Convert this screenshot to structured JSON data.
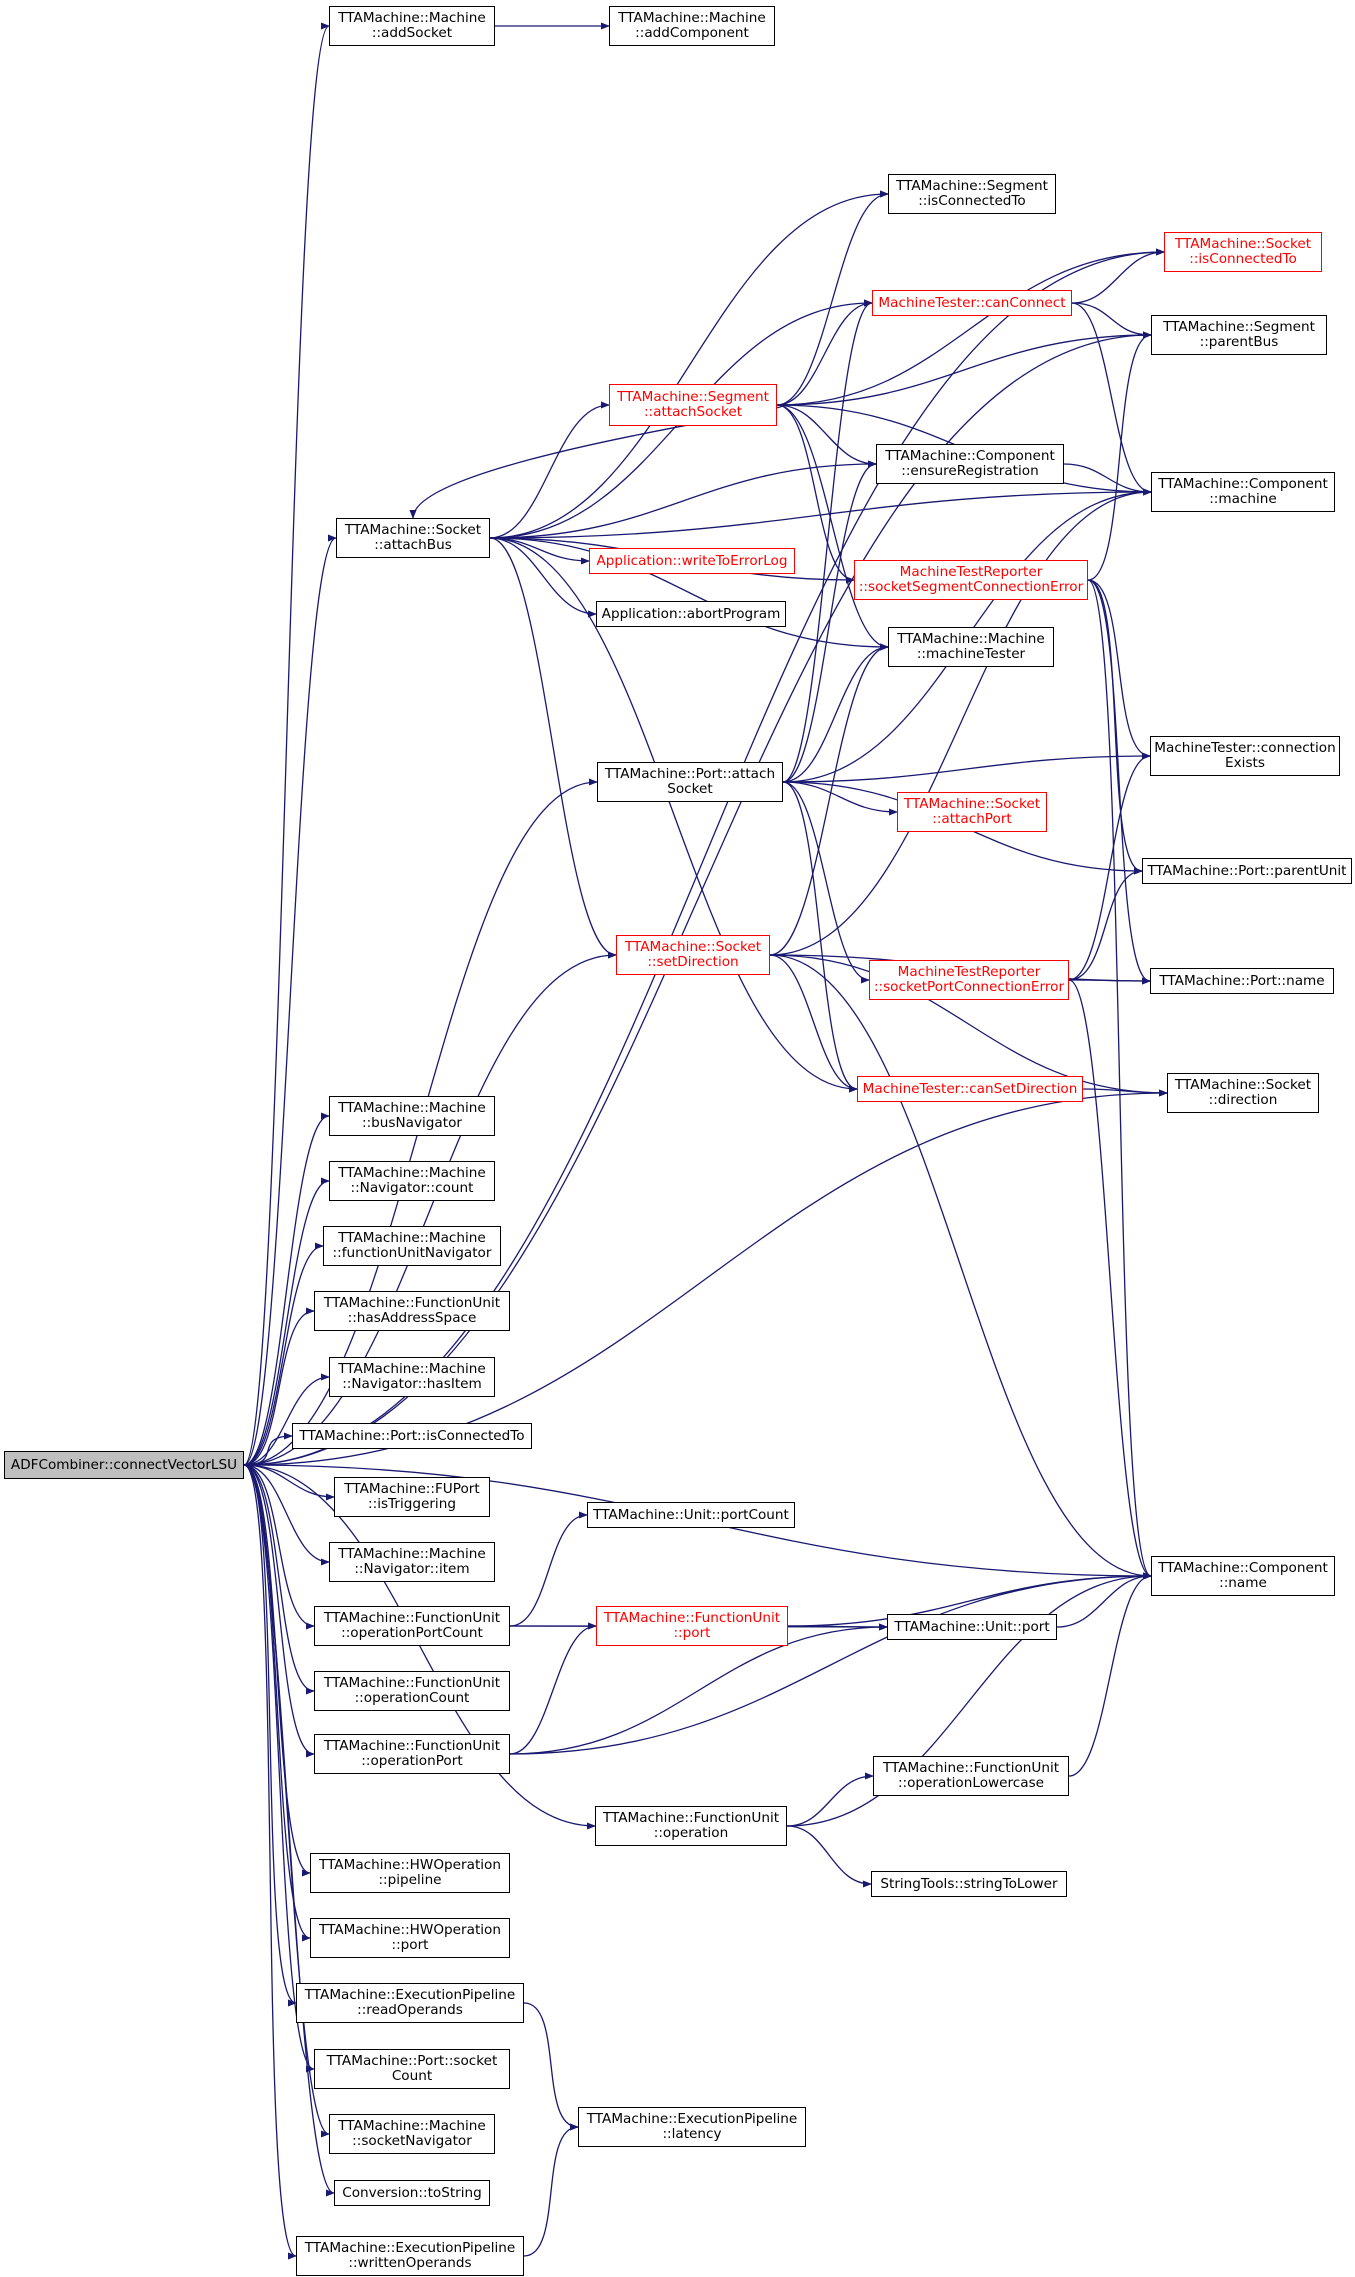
{
  "colors": {
    "edge": "#191970",
    "node_border": "#000000",
    "incomplete_border": "#ff0000",
    "root_fill": "#bfbfbf"
  },
  "nodes": {
    "root": {
      "label": "ADFCombiner::connectVectorLSU",
      "style": "root"
    },
    "machine_addSocket": {
      "label": "TTAMachine::Machine\n::addSocket"
    },
    "machine_addComponent": {
      "label": "TTAMachine::Machine\n::addComponent"
    },
    "segment_isConnectedTo": {
      "label": "TTAMachine::Segment\n::isConnectedTo"
    },
    "socket_isConnectedTo": {
      "label": "TTAMachine::Socket\n::isConnectedTo",
      "style": "red"
    },
    "tester_canConnect": {
      "label": "MachineTester::canConnect",
      "style": "red"
    },
    "segment_parentBus": {
      "label": "TTAMachine::Segment\n::parentBus"
    },
    "segment_attachSocket": {
      "label": "TTAMachine::Segment\n::attachSocket",
      "style": "red"
    },
    "component_ensureRegistration": {
      "label": "TTAMachine::Component\n::ensureRegistration"
    },
    "component_machine": {
      "label": "TTAMachine::Component\n::machine"
    },
    "socket_attachBus": {
      "label": "TTAMachine::Socket\n::attachBus"
    },
    "app_writeToErrorLog": {
      "label": "Application::writeToErrorLog",
      "style": "red"
    },
    "reporter_socketSegment": {
      "label": "MachineTestReporter\n::socketSegmentConnectionError",
      "style": "red"
    },
    "app_abortProgram": {
      "label": "Application::abortProgram"
    },
    "machine_machineTester": {
      "label": "TTAMachine::Machine\n::machineTester"
    },
    "tester_connectionExists": {
      "label": "MachineTester::connection\nExists"
    },
    "port_attachSocket": {
      "label": "TTAMachine::Port::attach\nSocket"
    },
    "socket_attachPort": {
      "label": "TTAMachine::Socket\n::attachPort",
      "style": "red"
    },
    "port_parentUnit": {
      "label": "TTAMachine::Port::parentUnit"
    },
    "socket_setDirection": {
      "label": "TTAMachine::Socket\n::setDirection",
      "style": "red"
    },
    "reporter_socketPort": {
      "label": "MachineTestReporter\n::socketPortConnectionError",
      "style": "red"
    },
    "port_name": {
      "label": "TTAMachine::Port::name"
    },
    "tester_canSetDirection": {
      "label": "MachineTester::canSetDirection",
      "style": "red"
    },
    "socket_direction": {
      "label": "TTAMachine::Socket\n::direction"
    },
    "machine_busNavigator": {
      "label": "TTAMachine::Machine\n::busNavigator"
    },
    "navigator_count": {
      "label": "TTAMachine::Machine\n::Navigator::count"
    },
    "machine_fuNavigator": {
      "label": "TTAMachine::Machine\n::functionUnitNavigator"
    },
    "fu_hasAddressSpace": {
      "label": "TTAMachine::FunctionUnit\n::hasAddressSpace"
    },
    "navigator_hasItem": {
      "label": "TTAMachine::Machine\n::Navigator::hasItem"
    },
    "port_isConnectedTo": {
      "label": "TTAMachine::Port::isConnectedTo"
    },
    "fuport_isTriggering": {
      "label": "TTAMachine::FUPort\n::isTriggering"
    },
    "unit_portCount": {
      "label": "TTAMachine::Unit::portCount"
    },
    "navigator_item": {
      "label": "TTAMachine::Machine\n::Navigator::item"
    },
    "component_name": {
      "label": "TTAMachine::Component\n::name"
    },
    "fu_operationPortCount": {
      "label": "TTAMachine::FunctionUnit\n::operationPortCount"
    },
    "fu_port": {
      "label": "TTAMachine::FunctionUnit\n::port",
      "style": "red"
    },
    "unit_port": {
      "label": "TTAMachine::Unit::port"
    },
    "fu_operationCount": {
      "label": "TTAMachine::FunctionUnit\n::operationCount"
    },
    "fu_operationPort": {
      "label": "TTAMachine::FunctionUnit\n::operationPort"
    },
    "fu_operationLowercase": {
      "label": "TTAMachine::FunctionUnit\n::operationLowercase"
    },
    "fu_operation": {
      "label": "TTAMachine::FunctionUnit\n::operation"
    },
    "stringTools_stringToLower": {
      "label": "StringTools::stringToLower"
    },
    "hwop_pipeline": {
      "label": "TTAMachine::HWOperation\n::pipeline"
    },
    "hwop_port": {
      "label": "TTAMachine::HWOperation\n::port"
    },
    "pipeline_readOperands": {
      "label": "TTAMachine::ExecutionPipeline\n::readOperands"
    },
    "port_socketCount": {
      "label": "TTAMachine::Port::socket\nCount"
    },
    "pipeline_latency": {
      "label": "TTAMachine::ExecutionPipeline\n::latency"
    },
    "machine_socketNavigator": {
      "label": "TTAMachine::Machine\n::socketNavigator"
    },
    "conversion_toString": {
      "label": "Conversion::toString"
    },
    "pipeline_writtenOperands": {
      "label": "TTAMachine::ExecutionPipeline\n::writtenOperands"
    }
  },
  "edges": [
    [
      "root",
      "machine_addSocket"
    ],
    [
      "root",
      "socket_attachBus"
    ],
    [
      "root",
      "port_attachSocket"
    ],
    [
      "root",
      "socket_setDirection"
    ],
    [
      "root",
      "socket_isConnectedTo"
    ],
    [
      "root",
      "segment_parentBus"
    ],
    [
      "root",
      "component_name"
    ],
    [
      "root",
      "socket_direction"
    ],
    [
      "root",
      "machine_busNavigator"
    ],
    [
      "root",
      "navigator_count"
    ],
    [
      "root",
      "machine_fuNavigator"
    ],
    [
      "root",
      "fu_hasAddressSpace"
    ],
    [
      "root",
      "navigator_hasItem"
    ],
    [
      "root",
      "port_isConnectedTo"
    ],
    [
      "root",
      "fuport_isTriggering"
    ],
    [
      "root",
      "navigator_item"
    ],
    [
      "root",
      "fu_operationPortCount"
    ],
    [
      "root",
      "fu_operationCount"
    ],
    [
      "root",
      "fu_operationPort"
    ],
    [
      "root",
      "fu_operation"
    ],
    [
      "root",
      "hwop_pipeline"
    ],
    [
      "root",
      "hwop_port"
    ],
    [
      "root",
      "pipeline_readOperands"
    ],
    [
      "root",
      "port_socketCount"
    ],
    [
      "root",
      "machine_socketNavigator"
    ],
    [
      "root",
      "conversion_toString"
    ],
    [
      "root",
      "pipeline_writtenOperands"
    ],
    [
      "machine_addSocket",
      "machine_addComponent"
    ],
    [
      "socket_attachBus",
      "segment_isConnectedTo"
    ],
    [
      "socket_attachBus",
      "tester_canConnect"
    ],
    [
      "socket_attachBus",
      "segment_attachSocket"
    ],
    [
      "socket_attachBus",
      "component_ensureRegistration"
    ],
    [
      "socket_attachBus",
      "component_machine"
    ],
    [
      "socket_attachBus",
      "app_writeToErrorLog"
    ],
    [
      "socket_attachBus",
      "app_abortProgram"
    ],
    [
      "socket_attachBus",
      "reporter_socketSegment"
    ],
    [
      "socket_attachBus",
      "machine_machineTester"
    ],
    [
      "socket_attachBus",
      "socket_setDirection"
    ],
    [
      "socket_attachBus",
      "tester_canSetDirection"
    ],
    [
      "segment_attachSocket",
      "socket_attachBus"
    ],
    [
      "segment_attachSocket",
      "segment_isConnectedTo"
    ],
    [
      "segment_attachSocket",
      "socket_isConnectedTo"
    ],
    [
      "segment_attachSocket",
      "tester_canConnect"
    ],
    [
      "segment_attachSocket",
      "segment_parentBus"
    ],
    [
      "segment_attachSocket",
      "component_ensureRegistration"
    ],
    [
      "segment_attachSocket",
      "component_machine"
    ],
    [
      "segment_attachSocket",
      "reporter_socketSegment"
    ],
    [
      "segment_attachSocket",
      "machine_machineTester"
    ],
    [
      "tester_canConnect",
      "socket_isConnectedTo"
    ],
    [
      "tester_canConnect",
      "segment_parentBus"
    ],
    [
      "tester_canConnect",
      "component_machine"
    ],
    [
      "component_ensureRegistration",
      "component_machine"
    ],
    [
      "reporter_socketSegment",
      "segment_parentBus"
    ],
    [
      "reporter_socketSegment",
      "tester_connectionExists"
    ],
    [
      "reporter_socketSegment",
      "port_parentUnit"
    ],
    [
      "reporter_socketSegment",
      "port_name"
    ],
    [
      "reporter_socketSegment",
      "component_name"
    ],
    [
      "port_attachSocket",
      "tester_canConnect"
    ],
    [
      "port_attachSocket",
      "component_ensureRegistration"
    ],
    [
      "port_attachSocket",
      "component_machine"
    ],
    [
      "port_attachSocket",
      "machine_machineTester"
    ],
    [
      "port_attachSocket",
      "tester_connectionExists"
    ],
    [
      "port_attachSocket",
      "socket_attachPort"
    ],
    [
      "port_attachSocket",
      "port_parentUnit"
    ],
    [
      "port_attachSocket",
      "reporter_socketPort"
    ],
    [
      "port_attachSocket",
      "tester_canSetDirection"
    ],
    [
      "socket_setDirection",
      "machine_machineTester"
    ],
    [
      "socket_setDirection",
      "component_machine"
    ],
    [
      "socket_setDirection",
      "tester_canSetDirection"
    ],
    [
      "socket_setDirection",
      "socket_direction"
    ],
    [
      "socket_setDirection",
      "port_name"
    ],
    [
      "socket_setDirection",
      "component_name"
    ],
    [
      "reporter_socketPort",
      "tester_connectionExists"
    ],
    [
      "reporter_socketPort",
      "port_parentUnit"
    ],
    [
      "reporter_socketPort",
      "port_name"
    ],
    [
      "reporter_socketPort",
      "component_name"
    ],
    [
      "tester_canSetDirection",
      "socket_direction"
    ],
    [
      "fu_operationPortCount",
      "unit_portCount"
    ],
    [
      "fu_operationPortCount",
      "fu_port"
    ],
    [
      "fu_operationPortCount",
      "unit_port"
    ],
    [
      "fu_port",
      "unit_port"
    ],
    [
      "fu_port",
      "component_name"
    ],
    [
      "unit_port",
      "component_name"
    ],
    [
      "fu_operationPort",
      "fu_port"
    ],
    [
      "fu_operationPort",
      "unit_port"
    ],
    [
      "fu_operationPort",
      "component_name"
    ],
    [
      "fu_operation",
      "fu_operationLowercase"
    ],
    [
      "fu_operation",
      "stringTools_stringToLower"
    ],
    [
      "fu_operation",
      "component_name"
    ],
    [
      "fu_operationLowercase",
      "component_name"
    ],
    [
      "pipeline_readOperands",
      "pipeline_latency"
    ],
    [
      "pipeline_writtenOperands",
      "pipeline_latency"
    ]
  ]
}
